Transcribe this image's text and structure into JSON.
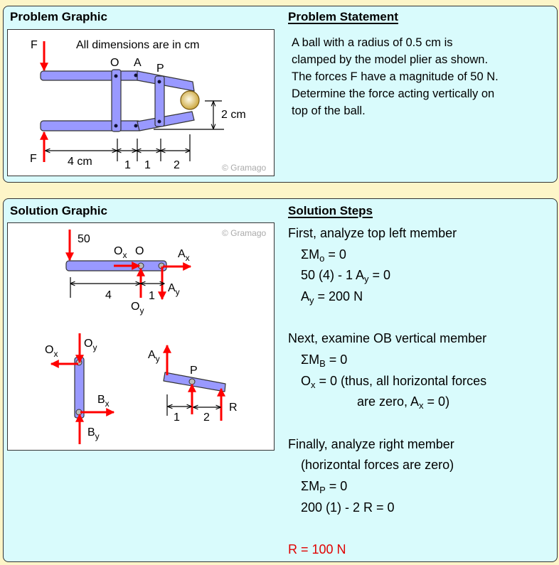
{
  "problem": {
    "graphic_title": "Problem Graphic",
    "statement_title": "Problem Statement",
    "statement_lines": [
      "A ball with a radius of 0.5 cm is",
      "clamped by the model plier as shown.",
      "The forces F have a magnitude of 50 N.",
      "Determine the force acting vertically on",
      "top of the ball."
    ],
    "graphic": {
      "watermark": "© Gramago",
      "note": "All dimensions are in cm",
      "force_top": "F",
      "force_bottom": "F",
      "label_o": "O",
      "label_a": "A",
      "label_p": "P",
      "dim_height": "2 cm",
      "dim_4": "4 cm",
      "dim_1a": "1",
      "dim_1b": "1",
      "dim_2": "2"
    }
  },
  "solution": {
    "graphic_title": "Solution Graphic",
    "steps_title": "Solution Steps",
    "graphic": {
      "watermark": "© Gramago",
      "load": "50",
      "o": "O",
      "ox": [
        "O",
        "x"
      ],
      "ax": [
        "A",
        "x"
      ],
      "ay": [
        "A",
        "y"
      ],
      "oy": [
        "O",
        "y"
      ],
      "dim_4": "4",
      "dim_1": "1",
      "oy2": [
        "O",
        "y"
      ],
      "ox2": [
        "O",
        "x"
      ],
      "bx": [
        "B",
        "x"
      ],
      "by": [
        "B",
        "y"
      ],
      "ay2": [
        "A",
        "y"
      ],
      "p": "P",
      "r": "R",
      "dim_1b": "1",
      "dim_2": "2"
    },
    "steps": [
      {
        "indent": 0,
        "segs": [
          {
            "t": "First, analyze top left member"
          }
        ]
      },
      {
        "indent": 1,
        "segs": [
          {
            "t": "ΣM"
          },
          {
            "t": "o",
            "sub": true
          },
          {
            "t": " = 0"
          }
        ]
      },
      {
        "indent": 1,
        "segs": [
          {
            "t": "50 (4) - 1 A"
          },
          {
            "t": "y",
            "sub": true
          },
          {
            "t": " = 0"
          }
        ]
      },
      {
        "indent": 1,
        "segs": [
          {
            "t": "A"
          },
          {
            "t": "y",
            "sub": true
          },
          {
            "t": " = 200 N"
          }
        ]
      },
      {
        "indent": 0,
        "gap": true,
        "segs": [
          {
            "t": "Next, examine OB vertical member"
          }
        ]
      },
      {
        "indent": 1,
        "segs": [
          {
            "t": "ΣM"
          },
          {
            "t": "B",
            "sub": true
          },
          {
            "t": " = 0"
          }
        ]
      },
      {
        "indent": 1,
        "segs": [
          {
            "t": "O"
          },
          {
            "t": "x",
            "sub": true
          },
          {
            "t": " = 0 (thus, all horizontal forces"
          }
        ]
      },
      {
        "indent": 2,
        "segs": [
          {
            "t": "are zero, A"
          },
          {
            "t": "x",
            "sub": true
          },
          {
            "t": " = 0)"
          }
        ]
      },
      {
        "indent": 0,
        "gap": true,
        "segs": [
          {
            "t": "Finally, analyze right member"
          }
        ]
      },
      {
        "indent": 1,
        "segs": [
          {
            "t": "(horizontal forces are zero)"
          }
        ]
      },
      {
        "indent": 1,
        "segs": [
          {
            "t": "ΣM"
          },
          {
            "t": "P",
            "sub": true
          },
          {
            "t": " = 0"
          }
        ]
      },
      {
        "indent": 1,
        "segs": [
          {
            "t": "200 (1) - 2 R = 0"
          }
        ]
      },
      {
        "indent": 0,
        "gap": true,
        "answer": true,
        "segs": [
          {
            "t": "R = 100 N"
          }
        ]
      }
    ]
  },
  "colors": {
    "force": "#ff0000",
    "member": "#9999ff",
    "answer": "#e00000",
    "panel": "#d9fbfc"
  }
}
